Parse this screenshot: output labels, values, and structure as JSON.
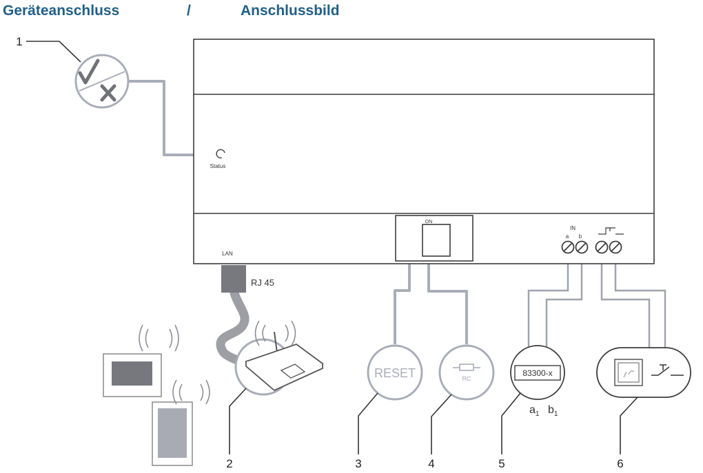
{
  "header": {
    "left": "Geräteanschluss",
    "separator": "/",
    "right": "Anschlussbild"
  },
  "device": {
    "status_label": "Status",
    "lan_label": "LAN",
    "on_label": "ON",
    "in_label": "IN",
    "in_a": "a",
    "in_b": "b"
  },
  "connectors": {
    "rj45_label": "RJ 45",
    "reset_label": "RESET",
    "rc_label": "RC",
    "module_label": "83300-x",
    "ab_a": "a",
    "ab_b": "b",
    "ab_sub": "1"
  },
  "callouts": [
    "1",
    "2",
    "3",
    "4",
    "5",
    "6"
  ],
  "colors": {
    "header": "#1f5f8b",
    "wire": "#a8adb8",
    "outline": "#3c3c3c",
    "cable": "#8c8e94"
  },
  "icons": {
    "status": "check-cross-icon",
    "router": "wifi-router-icon",
    "panel": "touch-panel-icon",
    "tablet": "tablet-icon",
    "resistor": "resistor-icon",
    "bell": "door-station-icon",
    "switch": "switch-contact-icon"
  }
}
